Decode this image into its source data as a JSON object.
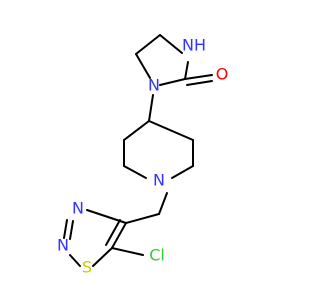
{
  "molecule": {
    "colors": {
      "carbon_bond": "#000000",
      "nitrogen": "#3333FF",
      "oxygen": "#FF0000",
      "sulfur": "#CCCC00",
      "chlorine": "#33CC33",
      "background": "#FFFFFF"
    },
    "labels": {
      "nh": "NH",
      "o": "O",
      "n_imidazolidinone": "N",
      "n_piperidine": "N",
      "n_thiadiazole_1": "N",
      "n_thiadiazole_2": "N",
      "s": "S",
      "cl": "Cl"
    }
  }
}
